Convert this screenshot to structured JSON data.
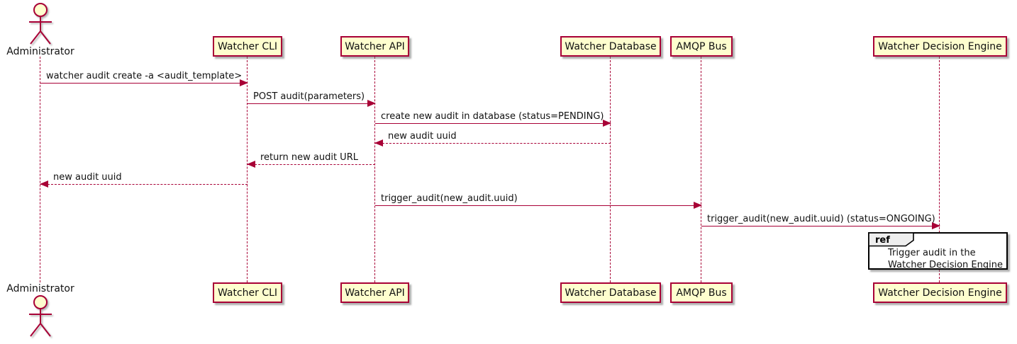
{
  "diagram": {
    "type": "uml-sequence-diagram",
    "colors": {
      "accent": "#A80036",
      "participant_fill": "#FEFECE",
      "ref_tab_fill": "#EEEEEE",
      "ref_border": "#000000",
      "background": "#FFFFFF"
    },
    "actor": {
      "name": "Administrator"
    },
    "participants": [
      {
        "label": "Watcher CLI"
      },
      {
        "label": "Watcher API"
      },
      {
        "label": "Watcher Database"
      },
      {
        "label": "AMQP Bus"
      },
      {
        "label": "Watcher Decision Engine"
      }
    ],
    "messages": [
      {
        "from": "Administrator",
        "to": "Watcher CLI",
        "text": "watcher audit create -a <audit_template>",
        "line": "solid"
      },
      {
        "from": "Watcher CLI",
        "to": "Watcher API",
        "text": "POST audit(parameters)",
        "line": "solid"
      },
      {
        "from": "Watcher API",
        "to": "Watcher Database",
        "text": "create new audit in database (status=PENDING)",
        "line": "solid"
      },
      {
        "from": "Watcher Database",
        "to": "Watcher API",
        "text": "new audit uuid",
        "line": "dashed"
      },
      {
        "from": "Watcher API",
        "to": "Watcher CLI",
        "text": "return new audit URL",
        "line": "dashed"
      },
      {
        "from": "Watcher CLI",
        "to": "Administrator",
        "text": "new audit uuid",
        "line": "dashed"
      },
      {
        "from": "Watcher API",
        "to": "AMQP Bus",
        "text": "trigger_audit(new_audit.uuid)",
        "line": "solid"
      },
      {
        "from": "AMQP Bus",
        "to": "Watcher Decision Engine",
        "text": "trigger_audit(new_audit.uuid) (status=ONGOING)",
        "line": "solid"
      }
    ],
    "ref": {
      "keyword": "ref",
      "lines": [
        "Trigger audit in the",
        "Watcher Decision Engine"
      ]
    }
  }
}
